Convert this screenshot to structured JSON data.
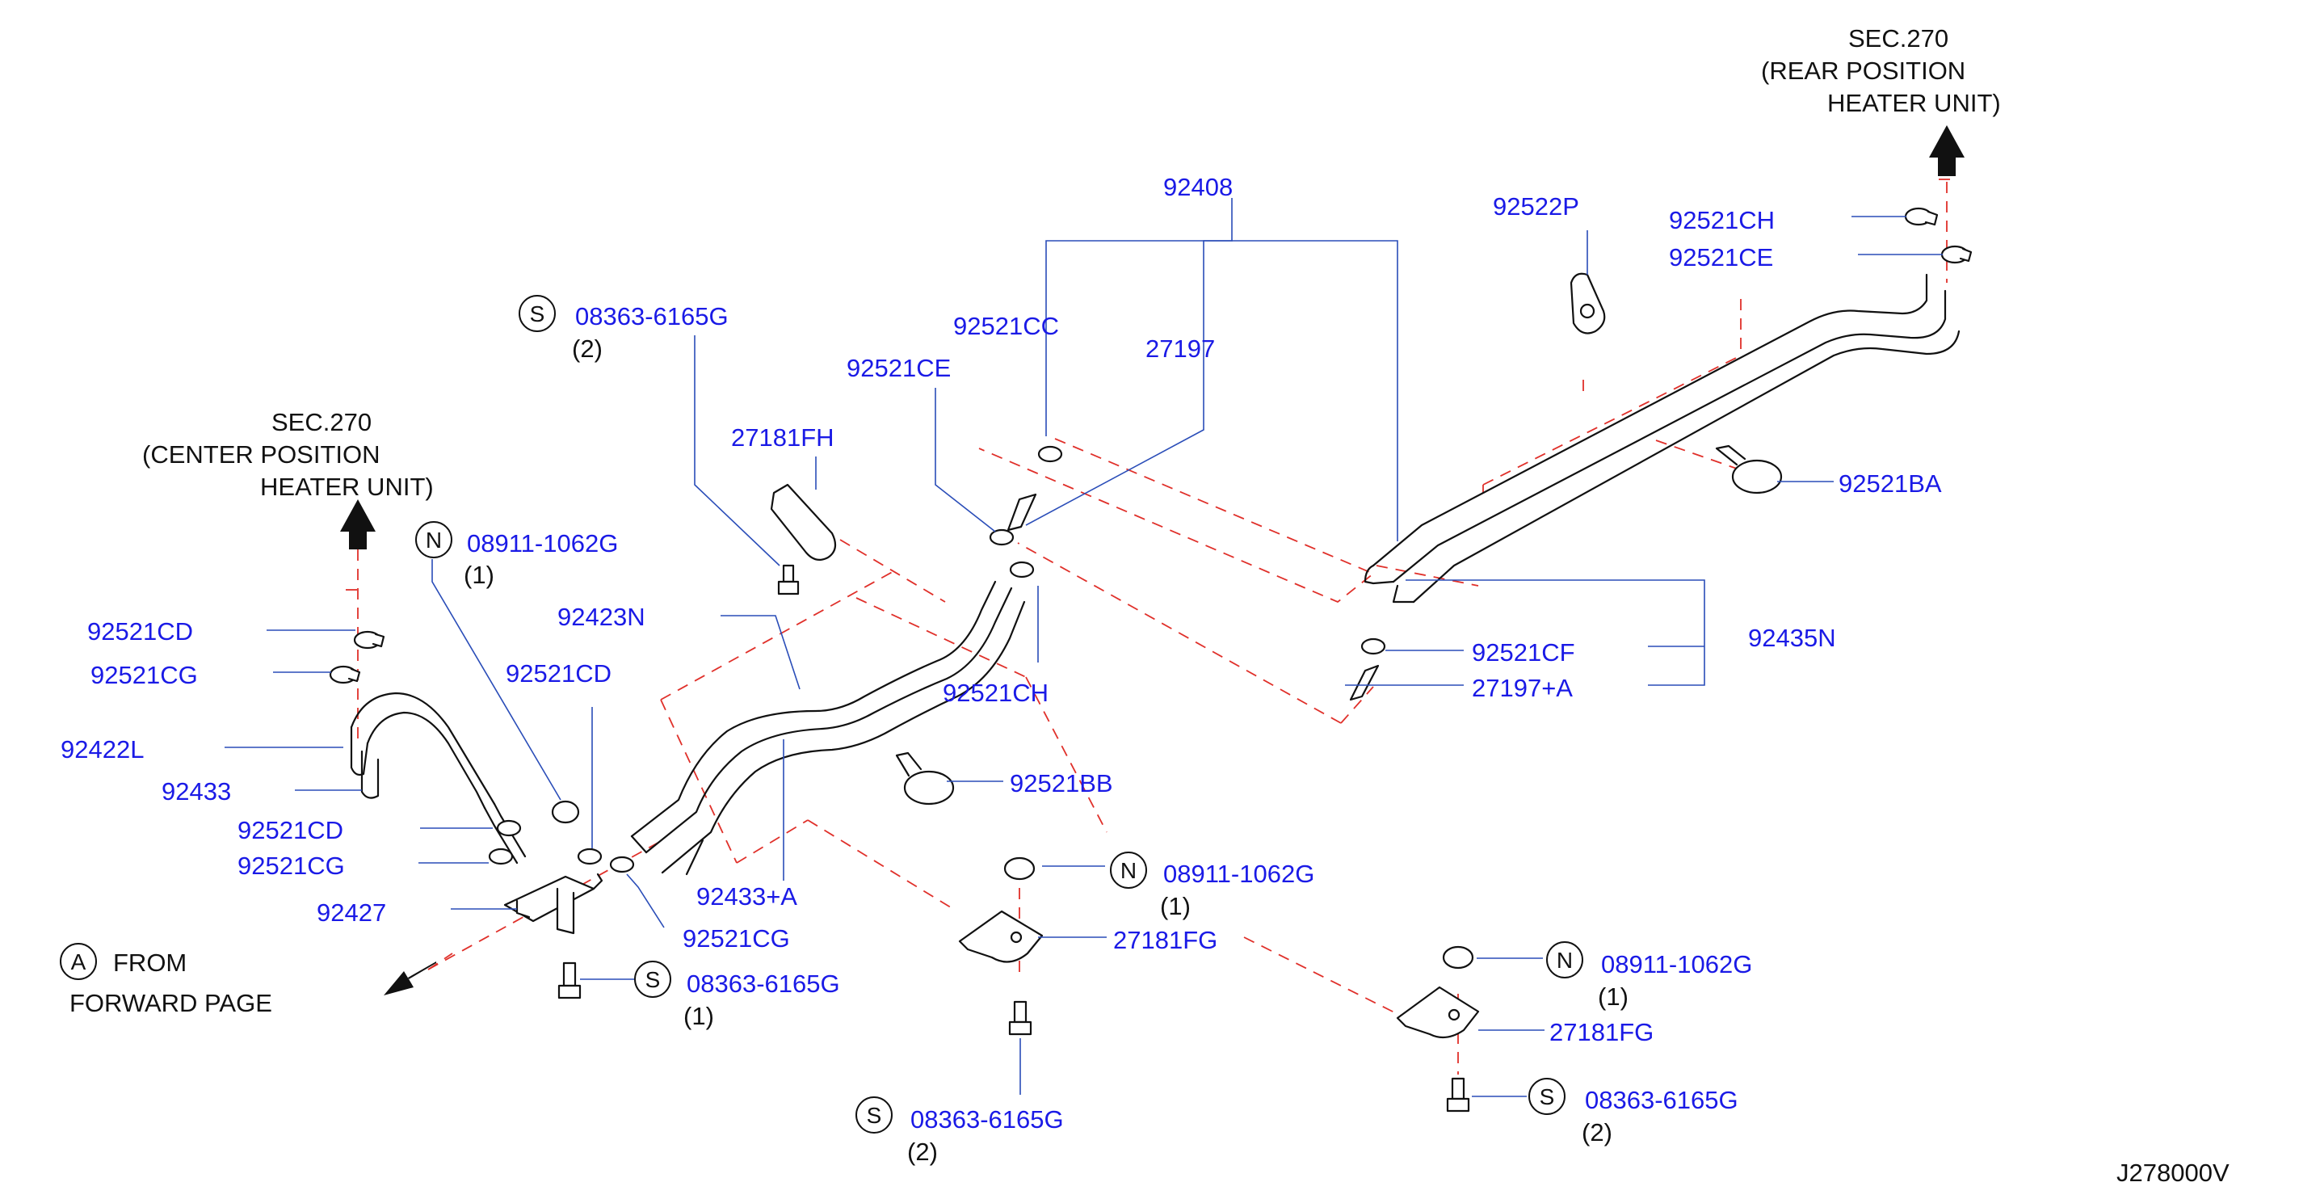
{
  "diagram": {
    "ref_code": "J278000V",
    "sec_rear": {
      "line1": "SEC.270",
      "line2": "(REAR  POSITION",
      "line3": "HEATER  UNIT)"
    },
    "sec_center": {
      "line1": "SEC.270",
      "line2": "(CENTER  POSITION",
      "line3": "HEATER  UNIT)"
    },
    "from_page": {
      "symbol": "A",
      "line1": "FROM",
      "line2": "FORWARD  PAGE"
    },
    "symbols": {
      "screw": "S",
      "nut": "N"
    },
    "parts": {
      "p92408": "92408",
      "p92522P": "92522P",
      "p92521CH_top": "92521CH",
      "p92521CE_top": "92521CE",
      "p92521CC": "92521CC",
      "p27197": "27197",
      "p92521CE_mid": "92521CE",
      "p08363_a": "08363-6165G",
      "q08363_a": "(2)",
      "p27181FH": "27181FH",
      "p92521BA": "92521BA",
      "p08911_a": "08911-1062G",
      "q08911_a": "(1)",
      "p92423N": "92423N",
      "p92521CF": "92521CF",
      "p92435N": "92435N",
      "p27197A": "27197+A",
      "p92521CD_a": "92521CD",
      "p92521CG_a": "92521CG",
      "p92521CD_mid": "92521CD",
      "p92521CH_mid": "92521CH",
      "p92422L": "92422L",
      "p92433": "92433",
      "p92521BB": "92521BB",
      "p92521CD_b": "92521CD",
      "p92521CG_b": "92521CG",
      "p08911_b": "08911-1062G",
      "q08911_b": "(1)",
      "p92433A": "92433+A",
      "p92427": "92427",
      "p92521CG_c": "92521CG",
      "p27181FG_a": "27181FG",
      "p08363_b": "08363-6165G",
      "q08363_b": "(1)",
      "p08911_c": "08911-1062G",
      "q08911_c": "(1)",
      "p27181FG_b": "27181FG",
      "p08363_c": "08363-6165G",
      "q08363_c": "(2)",
      "p08363_d": "08363-6165G",
      "q08363_d": "(2)"
    },
    "colors": {
      "part_number": "#1a1ae6",
      "leader": "#2a4db8",
      "phantom_line": "#e0302a",
      "text": "#111111"
    }
  }
}
